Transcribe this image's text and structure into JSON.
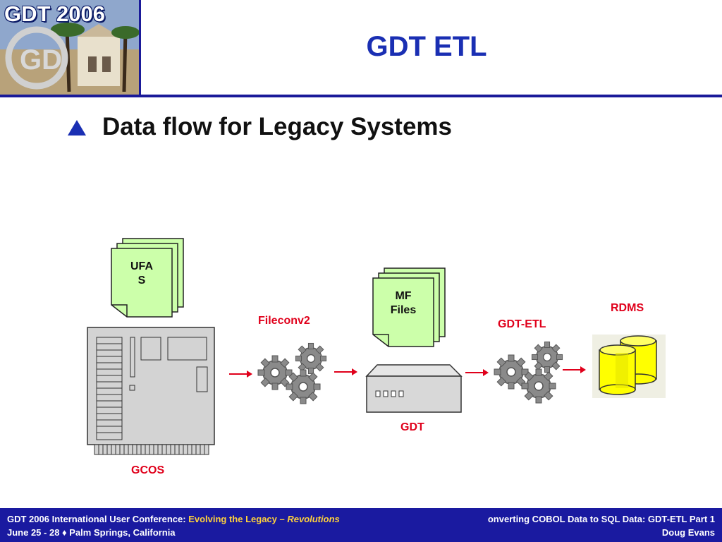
{
  "header": {
    "logo_text": "GDT 2006",
    "title": "GDT ETL"
  },
  "bullet": {
    "text": "Data flow for Legacy Systems"
  },
  "diagram": {
    "ufas_label": "UFA\nS",
    "gcos_label": "GCOS",
    "fileconv2_label": "Fileconv2",
    "mf_files_label": "MF\nFiles",
    "gdt_label": "GDT",
    "gdt_etl_label": "GDT-ETL",
    "rdms_label": "RDMS",
    "colors": {
      "label": "#e0001b",
      "document": "#ccffaa",
      "gear": "#8a8a8a",
      "arrow": "#e0001b",
      "database": "#ffff00"
    }
  },
  "footer": {
    "line1_left_plain": "GDT 2006 International User Conference: ",
    "line1_left_em1": "Evolving the Legacy – ",
    "line1_left_em2": "Revolutions",
    "line2_left": "June 25 - 28  ♦  Palm Springs, California",
    "line1_right": "onverting COBOL Data to SQL Data: GDT-ETL Part 1",
    "line2_right": "Doug Evans",
    "colors": {
      "background": "#1a1aa0",
      "text": "#ffffff",
      "accent": "#ffd23c"
    }
  }
}
